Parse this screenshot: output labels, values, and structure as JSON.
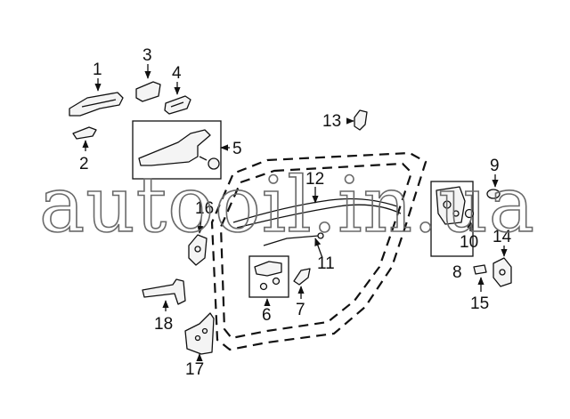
{
  "callouts": {
    "c1": "1",
    "c2": "2",
    "c3": "3",
    "c4": "4",
    "c5": "5",
    "c6": "6",
    "c7": "7",
    "c8": "8",
    "c9": "9",
    "c10": "10",
    "c11": "11",
    "c12": "12",
    "c13": "13",
    "c14": "14",
    "c15": "15",
    "c16": "16",
    "c17": "17",
    "c18": "18"
  },
  "watermark": "autooil.in.ua"
}
